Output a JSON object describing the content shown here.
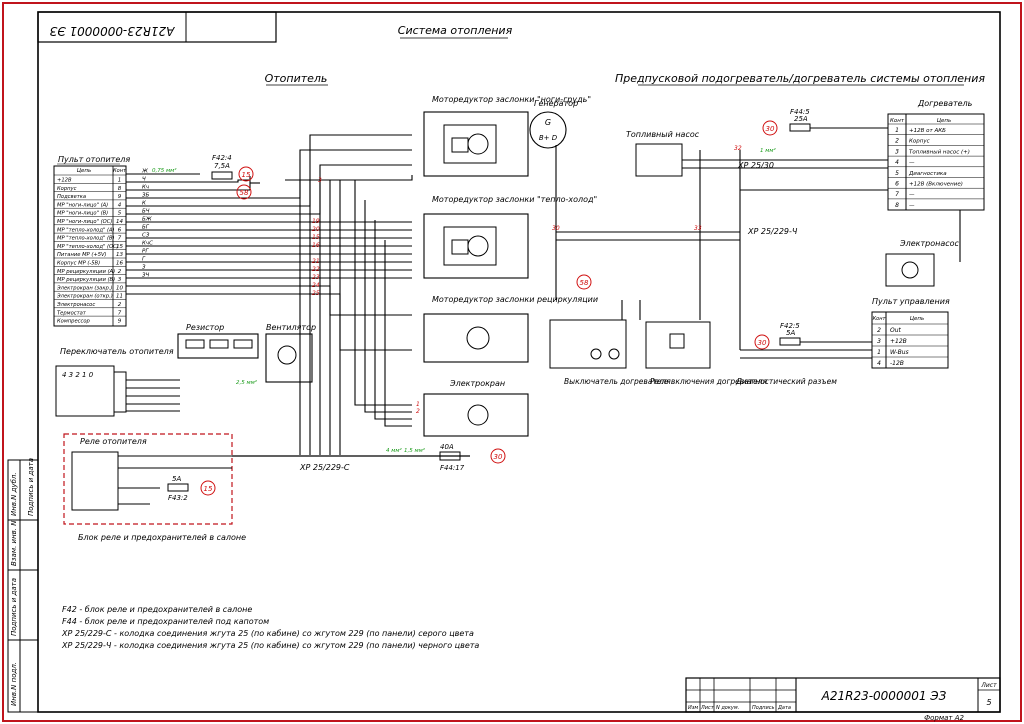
{
  "sheet": {
    "title": "Система отопления",
    "stamp_code": "A21R23-0000001 ЭЗ",
    "stamp_code_rotated": "A21R23-0000001 ЭЗ",
    "sheet_label": "Лист",
    "sheet_number": "5",
    "format": "Формат A2",
    "stamp_columns": [
      "Изм",
      "Лист",
      "N докум.",
      "Подпись",
      "Дата"
    ],
    "side_labels": [
      "Инв.N подл.",
      "Подпись и дата",
      "Взам. инв. N",
      "Инв.N дубл.",
      "Подпись и дата"
    ]
  },
  "sections": {
    "heater": "Отопитель",
    "preheater": "Предпусковой подогреватель/догреватель системы отопления"
  },
  "heater_panel": {
    "title": "Пульт отопителя",
    "col_circuit": "Цепь",
    "col_contact": "Конт",
    "rows": [
      {
        "name": "+12В",
        "pin": "1"
      },
      {
        "name": "Корпус",
        "pin": "8"
      },
      {
        "name": "Подсветка",
        "pin": "9"
      },
      {
        "name": "МР \"ноги-лицо\" (А)",
        "pin": "4"
      },
      {
        "name": "МР \"ноги-лицо\" (В)",
        "pin": "5"
      },
      {
        "name": "МР \"ноги-лицо\" (ОС)",
        "pin": "14"
      },
      {
        "name": "МР \"тепло-холод\" (А)",
        "pin": "6"
      },
      {
        "name": "МР \"тепло-холод\" (В)",
        "pin": "7"
      },
      {
        "name": "МР \"тепло-холод\" (ОС)",
        "pin": "15"
      },
      {
        "name": "Питание МР (+5V)",
        "pin": "13"
      },
      {
        "name": "Корпус МР (-5В)",
        "pin": "16"
      },
      {
        "name": "МР рециркуляции (А)",
        "pin": "2"
      },
      {
        "name": "МР рециркуляции (В)",
        "pin": "3"
      },
      {
        "name": "Электрокран (закр.)",
        "pin": "10"
      },
      {
        "name": "Электрокран (откр.)",
        "pin": "11"
      },
      {
        "name": "Электронасос",
        "pin": "2"
      },
      {
        "name": "Термостат",
        "pin": "7"
      },
      {
        "name": "Компрессор",
        "pin": "9"
      }
    ]
  },
  "wire_labels": {
    "panel_out": [
      "Ж",
      "Ч",
      "Кч",
      "ЗБ",
      "К",
      "БЧ",
      "БЖ",
      "БГ",
      "СЗ",
      "КчС",
      "РГ",
      "Г",
      "З",
      "ЗЧ"
    ],
    "wire_sizes": [
      "0,75 мм²",
      "1,5 мм²",
      "2,5 мм²",
      "4 мм²",
      "1 мм²"
    ],
    "pin_numbers": [
      "19",
      "20",
      "15",
      "16",
      "21",
      "22",
      "23",
      "24",
      "25",
      "3",
      "1",
      "2",
      "32",
      "33",
      "30"
    ]
  },
  "fuses": {
    "f42_4": {
      "name": "F42:4",
      "rating": "7,5A"
    },
    "f43_2": {
      "name": "F43:2",
      "rating": "5A"
    },
    "f44_17": {
      "name": "F44:17",
      "rating": "40A"
    },
    "f44_5": {
      "name": "F44:5",
      "rating": "25A"
    },
    "f42_5": {
      "name": "F42:5",
      "rating": "5A"
    }
  },
  "labels": {
    "power_30": "30",
    "power_15": "15",
    "power_58": "58",
    "generator": "Генератор",
    "generator_G": "G",
    "generator_terms": "B+  D",
    "motor_legs": "Моторедуктор заслонки \"ноги-грудь\"",
    "motor_heat": "Моторедуктор заслонки \"тепло-холод\"",
    "motor_recirc": "Моторедуктор заслонки рециркуляции",
    "electrovalve": "Электрокран",
    "resistor": "Резистор",
    "fan": "Вентилятор",
    "switch": "Переключатель отопителя",
    "switch_positions": "4 3 2 1 0",
    "relay": "Реле отопителя",
    "relay_block": "Блок реле и предохранителей в салоне",
    "connector_c": "XP 25/229-С",
    "connector_ch": "XP 25/229-Ч",
    "connector_30": "XP 25/30",
    "fuel_pump": "Топливный насос",
    "heater2": "Догреватель",
    "electropump": "Электронасос",
    "control_panel": "Пульт управления",
    "switch_preheater": "Выключатель догревателя",
    "relay_preheater": "Реле включения догревателя",
    "diag": "Диагностический разъем"
  },
  "heater2_table": {
    "col_contact": "Конт",
    "col_circuit": "Цепь",
    "rows": [
      {
        "pin": "1",
        "name": "+12В от АКБ"
      },
      {
        "pin": "2",
        "name": "Корпус"
      },
      {
        "pin": "3",
        "name": "Топливный насос (+)"
      },
      {
        "pin": "4",
        "name": "—"
      },
      {
        "pin": "5",
        "name": "Диагностика"
      },
      {
        "pin": "6",
        "name": "+12В (Включение)"
      },
      {
        "pin": "7",
        "name": "—"
      },
      {
        "pin": "8",
        "name": "—"
      }
    ]
  },
  "control_table": {
    "col_contact": "Конт",
    "col_circuit": "Цепь",
    "rows": [
      {
        "pin": "2",
        "name": "Out"
      },
      {
        "pin": "3",
        "name": "+12В"
      },
      {
        "pin": "1",
        "name": "W-Bus"
      },
      {
        "pin": "4",
        "name": "-12В"
      }
    ]
  },
  "notes": [
    "F42 - блок реле и предохранителей в салоне",
    "F44 - блок реле и предохранителей под капотом",
    "XP 25/229-С - колодка соединения жгута 25 (по кабине) со жгутом 229 (по панели) серого цвета",
    "XP 25/229-Ч - колодка соединения жгута 25 (по кабине) со жгутом 229 (по панели) черного цвета"
  ],
  "colors": {
    "frame": "#c0141c",
    "wire_size": "#1a9b1a",
    "power": "#d01010",
    "line": "#000000"
  }
}
